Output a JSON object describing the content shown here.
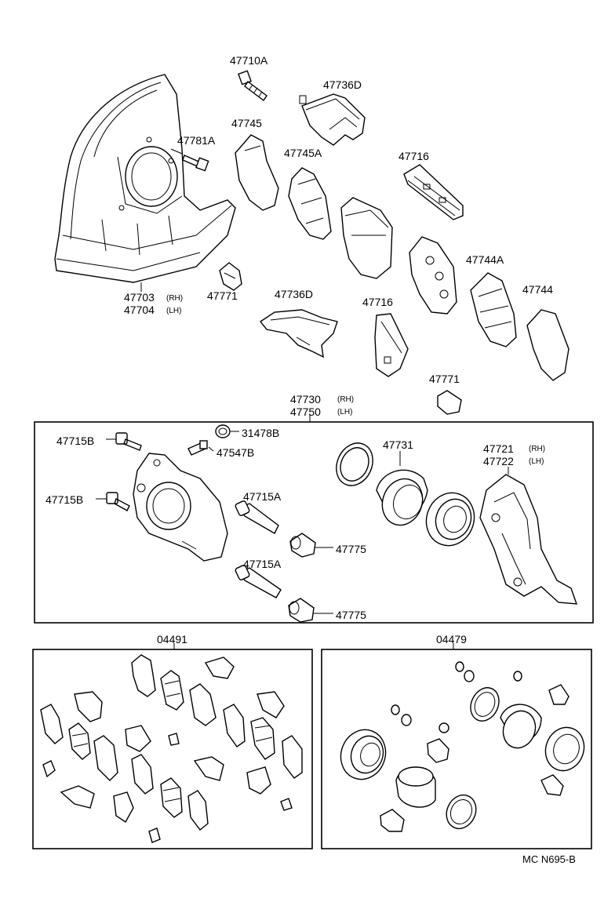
{
  "labels": {
    "p47710A": "47710A",
    "p47736D_top": "47736D",
    "p47745": "47745",
    "p47781A": "47781A",
    "p47745A": "47745A",
    "p47716_top": "47716",
    "p47744A": "47744A",
    "p47744": "47744",
    "p47703": "47703",
    "p47703_side": "(RH)",
    "p47704": "47704",
    "p47704_side": "(LH)",
    "p47771_left": "47771",
    "p47736D_mid": "47736D",
    "p47716_mid": "47716",
    "p47771_right": "47771",
    "p47730": "47730",
    "p47730_side": "(RH)",
    "p47750": "47750",
    "p47750_side": "(LH)",
    "p47715B_top": "47715B",
    "p31478B": "31478B",
    "p47547B": "47547B",
    "p47731": "47731",
    "p47721": "47721",
    "p47721_side": "(RH)",
    "p47722": "47722",
    "p47722_side": "(LH)",
    "p47715B_mid": "47715B",
    "p47715A_top": "47715A",
    "p47775_top": "47775",
    "p47715A_bot": "47715A",
    "p47775_bot": "47775",
    "p04491": "04491",
    "p04479": "04479"
  },
  "footer_code": "MC  N695-B"
}
